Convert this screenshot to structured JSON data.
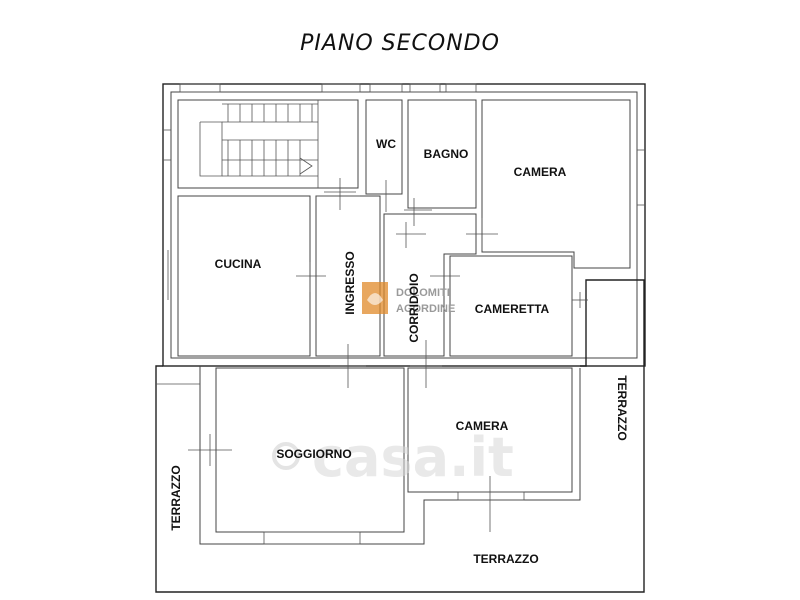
{
  "title": "PIANO  SECONDO",
  "rooms": {
    "wc": "WC",
    "bagno": "BAGNO",
    "camera_top": "CAMERA",
    "cucina": "CUCINA",
    "ingresso": "INGRESSO",
    "corridoio": "CORRIDOIO",
    "cameretta": "CAMERETTA",
    "soggiorno": "SOGGIORNO",
    "camera_bottom": "CAMERA",
    "terrazzo_right": "TERRAZZO",
    "terrazzo_left": "TERRAZZO",
    "terrazzo_bottom": "TERRAZZO"
  },
  "watermark": {
    "logo_line1": "DOLOMITI",
    "logo_line2": "AGORDINE",
    "brand": "casa.it",
    "logo_color": "#e08a2a"
  }
}
